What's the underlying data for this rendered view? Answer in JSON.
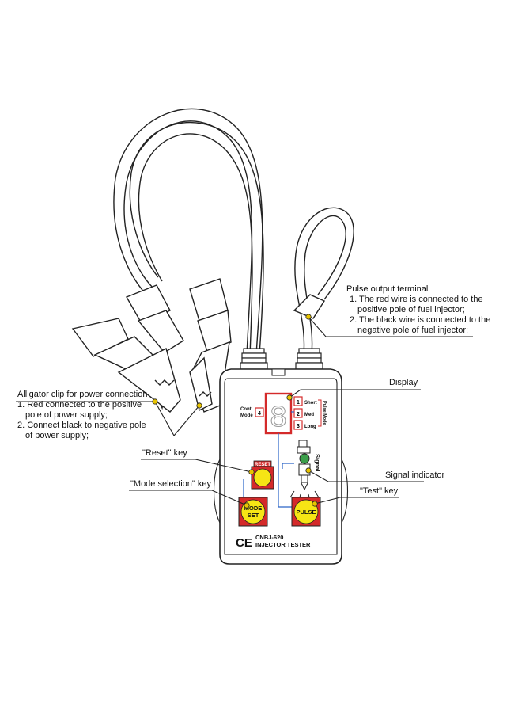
{
  "device": {
    "model": "CNBJ-620",
    "name": "INJECTOR TESTER",
    "ce_mark": "CE",
    "cont_mode_line1": "Cont.",
    "cont_mode_line2": "Mode",
    "cont_mode_number": "4",
    "display_digit": "8",
    "pulse_mode_vertical": "Pulse Mode",
    "signal_vertical": "Signal",
    "modes": [
      {
        "number": "1",
        "label": "Short"
      },
      {
        "number": "2",
        "label": "Med"
      },
      {
        "number": "3",
        "label": "Long"
      }
    ],
    "reset_label": "RESET",
    "mode_set_line1": "MODE",
    "mode_set_line2": "SET",
    "pulse_label": "PULSE"
  },
  "callouts": {
    "pulse_output": {
      "title": "Pulse output terminal",
      "lines": [
        "1. The red wire is connected to the",
        "positive pole of fuel injector;",
        "2. The black wire is connected to the",
        "negative pole of fuel injector;"
      ]
    },
    "display": "Display",
    "alligator": {
      "title": "Alligator clip for power connection",
      "lines": [
        "1. Red connected to the positive",
        "pole of power supply;",
        "2. Connect black to negative pole",
        "of power supply;"
      ]
    },
    "reset_key": "\"Reset\" key",
    "signal_indicator": "Signal indicator",
    "mode_key": "\"Mode selection\" key",
    "test_key": "\"Test\" key"
  },
  "colors": {
    "line": "#222222",
    "accent_red": "#d42a2a",
    "button_yellow": "#f6e515",
    "signal_green": "#3a9e4a",
    "marker_dot": "#e8c400",
    "wire_blue": "#2a64c8"
  }
}
